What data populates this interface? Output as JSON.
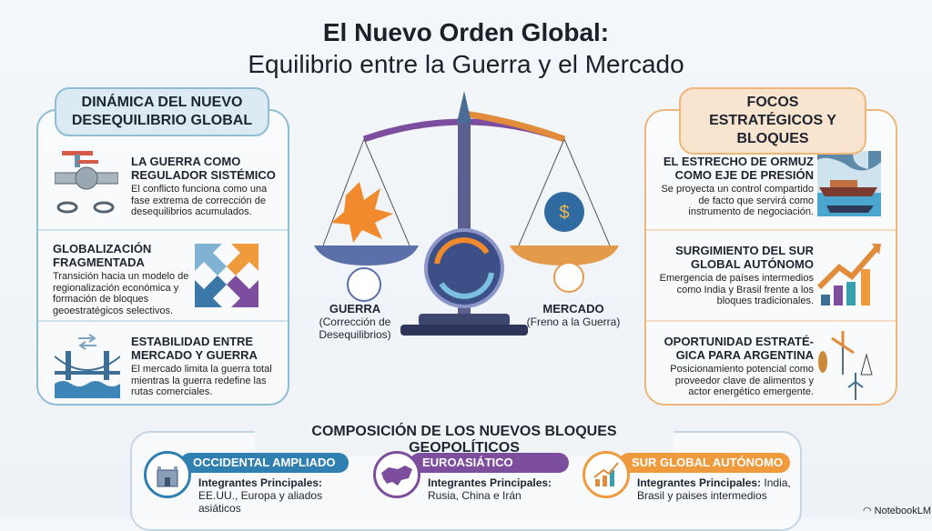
{
  "title": {
    "line1": "El Nuevo Orden Global:",
    "line2": "Equilibrio entre la Guerra y el Mercado"
  },
  "left": {
    "header": "DINÁMICA DEL NUEVO DESEQUILIBRIO GLOBAL",
    "items": [
      {
        "title": "LA GUERRA COMO REGULADOR SISTÉMICO",
        "text": "El conflicto funciona como una fase extrema de corrección de desequilibrios acumulados."
      },
      {
        "title": "GLOBALIZACIÓN FRAGMENTADA",
        "text": "Transición hacia un modelo de regionalización económica y formación de bloques geoestratégicos selectivos."
      },
      {
        "title": "ESTABILIDAD ENTRE MERCADO Y GUERRA",
        "text": "El mercado limita la guerra total mientras la guerra redefine las rutas comerciales."
      }
    ]
  },
  "center": {
    "left_label": "GUERRA",
    "left_sub": "(Corrección de Desequilibrios)",
    "right_label": "MERCADO",
    "right_sub": "(Freno a la Guerra)"
  },
  "right": {
    "header": "FOCOS ESTRATÉGICOS Y BLOQUES",
    "items": [
      {
        "title": "EL ESTRECHO DE ORMUZ COMO EJE DE PRESIÓN",
        "text": "Se proyecta un control compartido de facto que servirá como instrumento de negociación."
      },
      {
        "title": "SURGIMIENTO DEL SUR GLOBAL AUTÓNOMO",
        "text": "Emergencia de países intermedios como India y Brasil frente a los bloques tradicionales."
      },
      {
        "title": "OPORTUNIDAD ESTRATÉ-GICA PARA ARGENTINA",
        "text": "Posicionamiento potencial como proveedor clave de alimentos y actor energético emergente."
      }
    ]
  },
  "bottom": {
    "header": "COMPOSICIÓN DE LOS NUEVOS BLOQUES GEOPOLÍTICOS",
    "blocks": [
      {
        "name": "OCCIDENTAL AMPLIADO",
        "label": "Integrantes Principales:",
        "members": "EE.UU., Europa y aliados asiáticos",
        "color": "#2f7fb0"
      },
      {
        "name": "EUROASIÁTICO",
        "label": "Integrantes Principales:",
        "members": "Rusia, China e Irán",
        "color": "#7d4e9e"
      },
      {
        "name": "SUR GLOBAL AUTÓNOMO",
        "label": "Integrantes Principales:",
        "members": "India, Brasil y paises intermedios",
        "color": "#ef9a3d"
      }
    ]
  },
  "watermark": "NotebookLM",
  "colors": {
    "blue": "#7fb4cf",
    "orange": "#efb679",
    "purple": "#7d4e9e"
  }
}
